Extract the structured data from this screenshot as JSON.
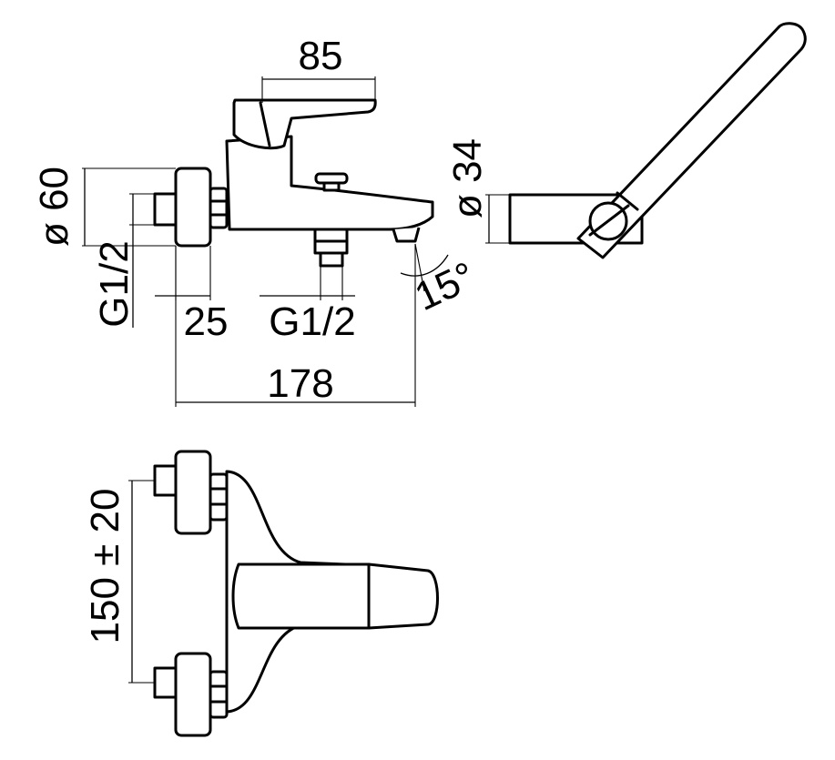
{
  "dimensions": {
    "lever_length": "85",
    "body_diameter": "ø 60",
    "thread_left": "G1/2",
    "offset": "25",
    "thread_bottom": "G1/2",
    "overall_length": "178",
    "shower_diameter": "ø 34",
    "angle": "15°",
    "centre_distance": "150 ± 20"
  }
}
